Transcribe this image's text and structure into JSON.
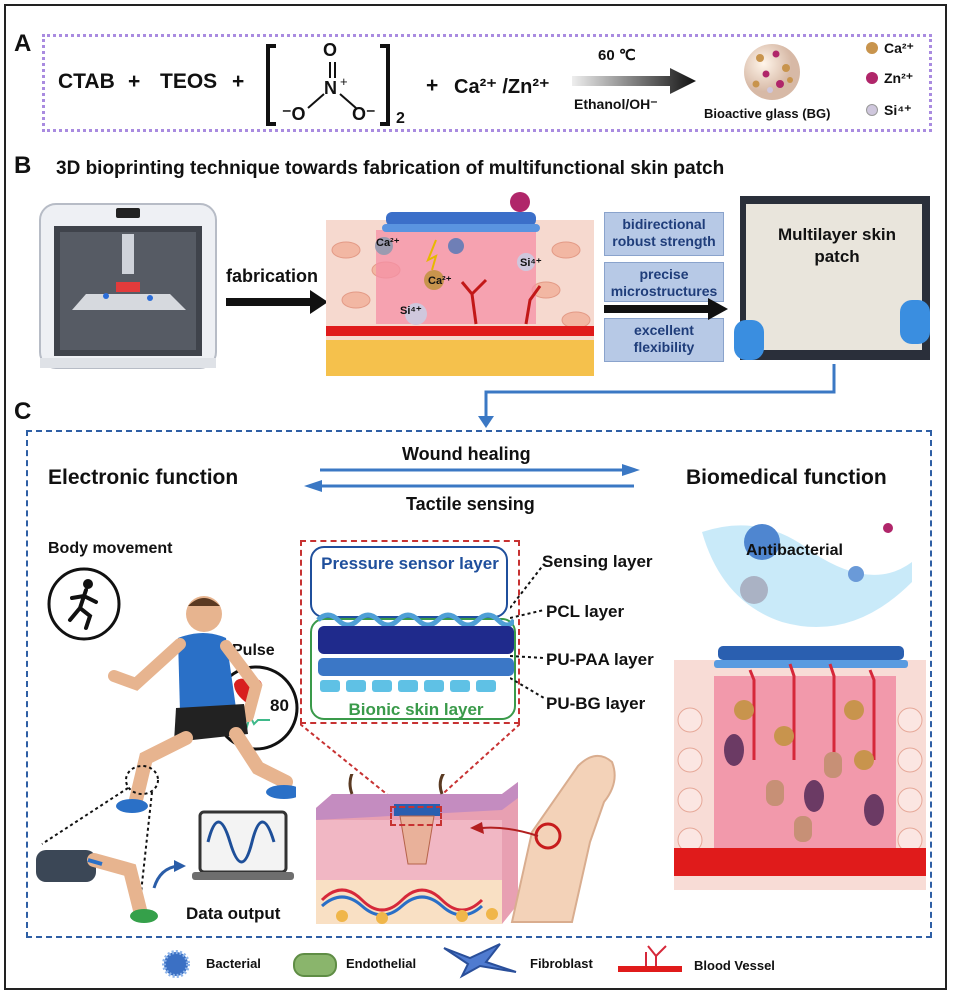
{
  "panel_a": {
    "label": "A",
    "ctab": "CTAB",
    "plus1": "+",
    "teos": "TEOS",
    "plus2": "+",
    "nitrate_o_top": "O",
    "nitrate_n": "N",
    "nitrate_plus": "+",
    "nitrate_o_left": "⁻O",
    "nitrate_o_right": "O⁻",
    "nitrate_subscript": "2",
    "plus3": "+",
    "ions": "Ca²⁺ /Zn²⁺",
    "temp": "60 ℃",
    "solvent": "Ethanol/OH⁻",
    "product": "Bioactive glass (BG)",
    "legend": [
      "Ca²⁺",
      "Zn²⁺",
      "Si⁴⁺"
    ],
    "legend_colors": [
      "#c8944d",
      "#b0266a",
      "#cfc7dd"
    ]
  },
  "panel_b": {
    "label": "B",
    "title": "3D bioprinting technique towards fabrication of multifunctional skin patch",
    "arrow_label": "fabrication",
    "props": [
      "bidirectional robust strength",
      "precise microstructures",
      "excellent flexibility"
    ],
    "patch_label": "Multilayer skin patch",
    "ion_labels": [
      "Ca²⁺",
      "Ca²⁺",
      "Si⁴⁺",
      "Si⁴⁺"
    ]
  },
  "panel_c": {
    "label": "C",
    "electronic": "Electronic function",
    "biomedical": "Biomedical function",
    "wound": "Wound healing",
    "tactile": "Tactile sensing",
    "body_movement": "Body movement",
    "pulse": "Pulse",
    "pulse_value": "80",
    "data_output": "Data output",
    "pressure_sensor": "Pressure sensor layer",
    "bionic": "Bionic skin layer",
    "layers": [
      "Sensing layer",
      "PCL layer",
      "PU-PAA layer",
      "PU-BG layer"
    ],
    "antibacterial": "Antibacterial"
  },
  "legend": {
    "items": [
      "Bacterial",
      "Endothelial",
      "Fibroblast",
      "Blood Vessel"
    ]
  }
}
